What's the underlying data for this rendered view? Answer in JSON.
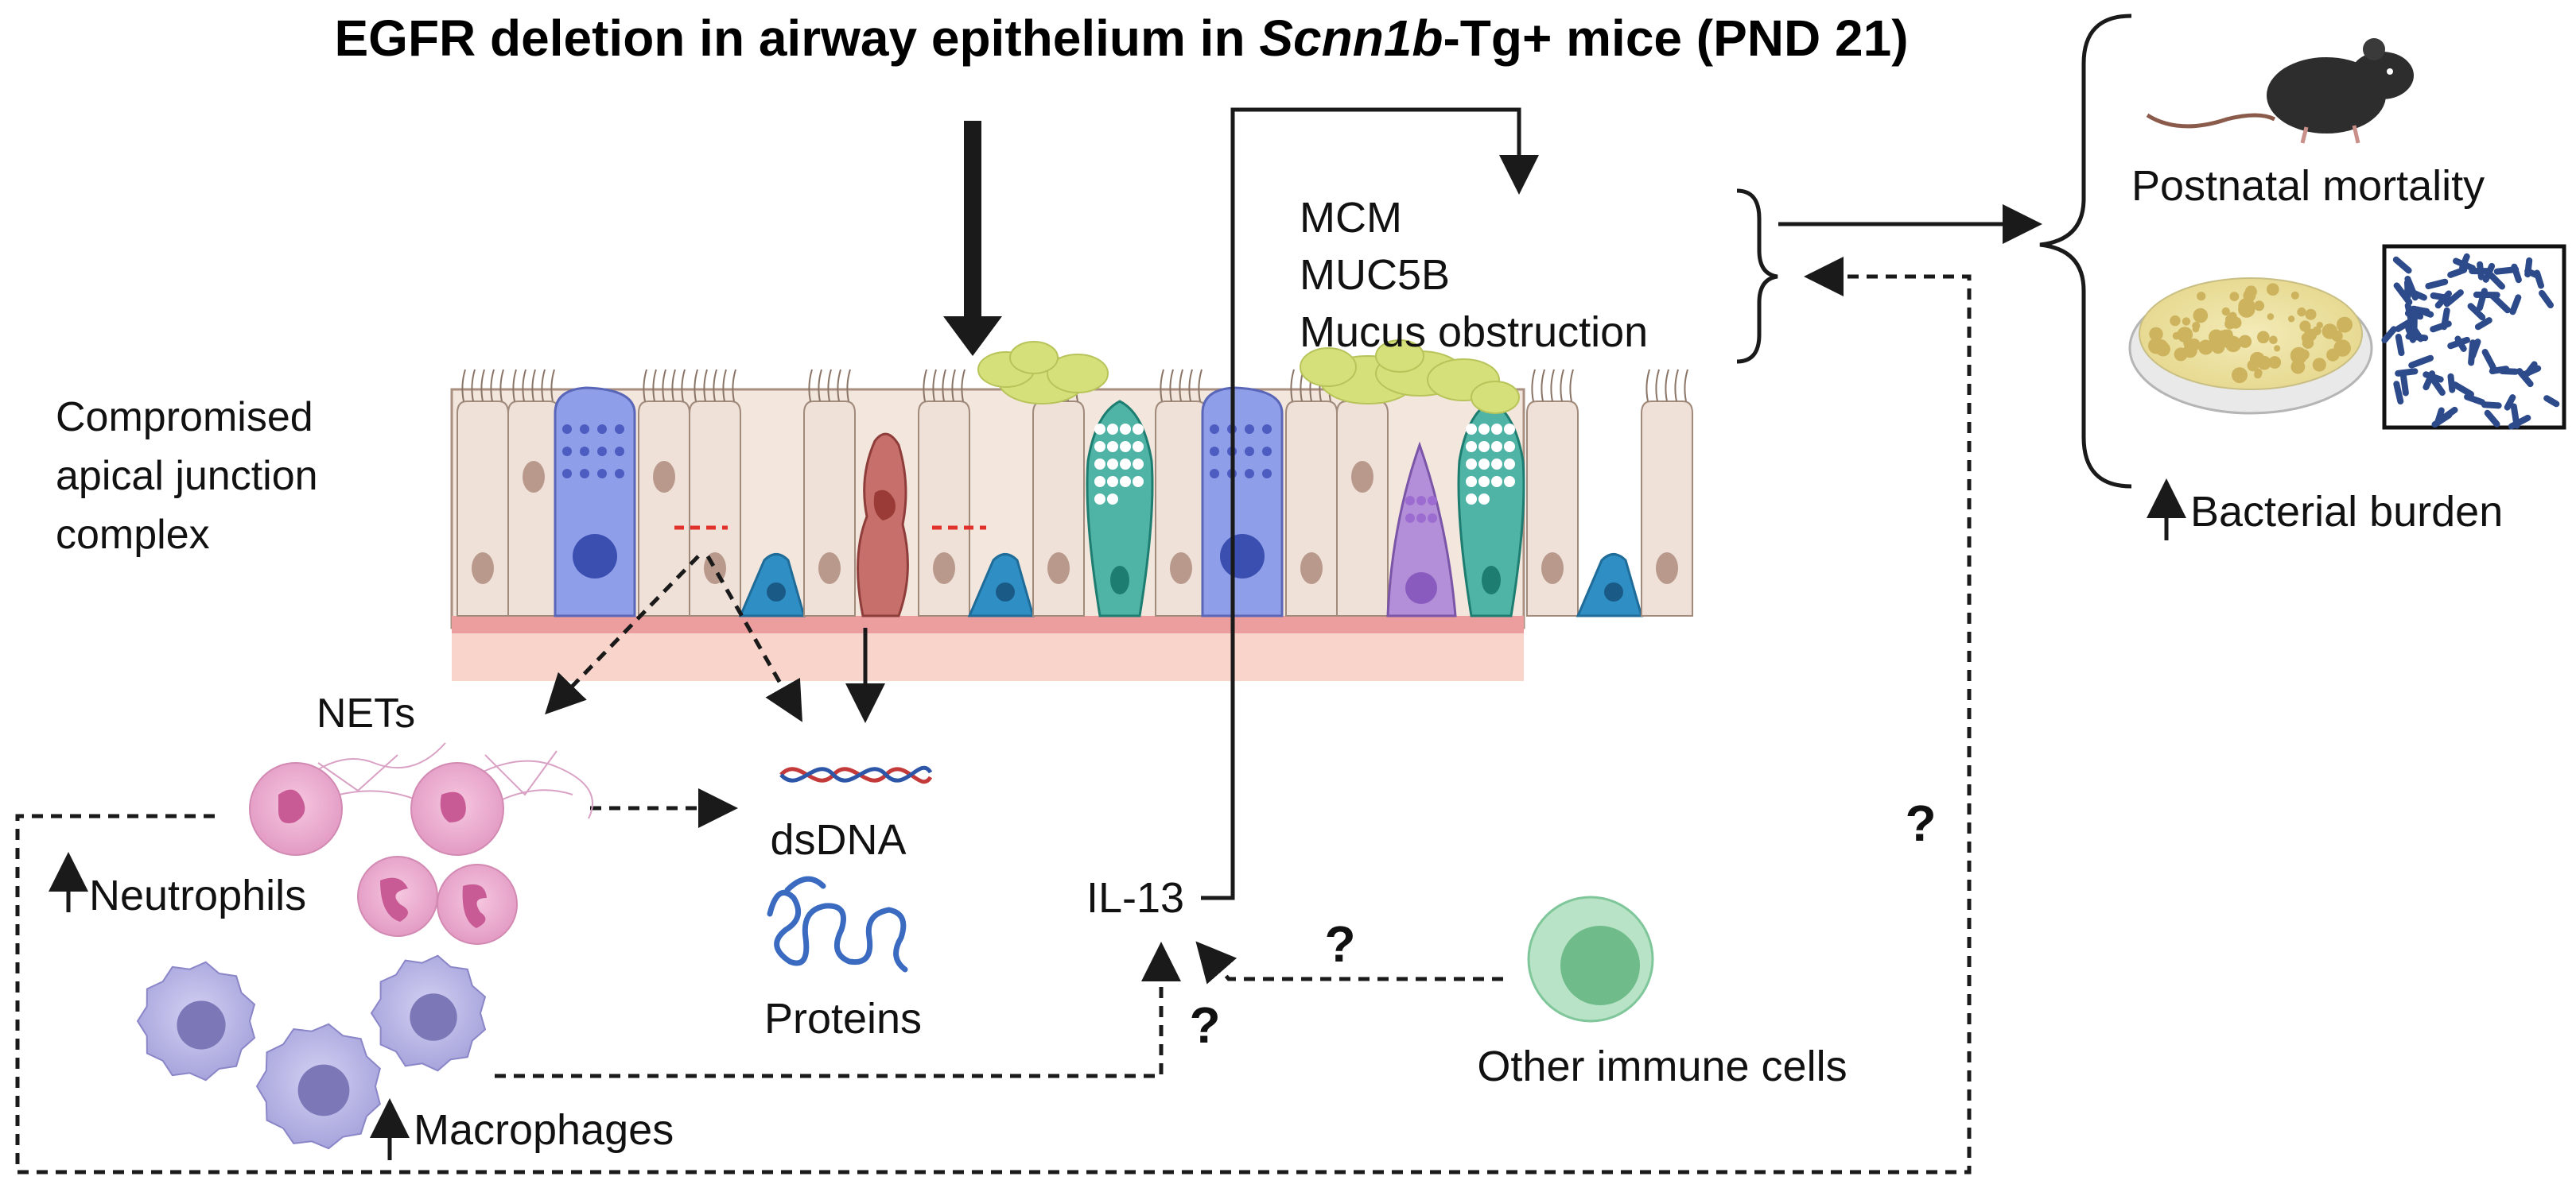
{
  "title": {
    "part1": "EGFR deletion in airway epithelium in ",
    "italic": "Scnn1b",
    "part2": "-Tg+ mice (PND 21)"
  },
  "labels": {
    "compromised_1": "Compromised",
    "compromised_2": "apical junction",
    "compromised_3": "complex",
    "nets": "NETs",
    "neutrophils": "Neutrophils",
    "macrophages": "Macrophages",
    "dsdna": "dsDNA",
    "proteins": "Proteins",
    "il13": "IL-13",
    "other_immune": "Other immune cells",
    "mcm": "MCM",
    "muc5b": "MUC5B",
    "mucus": "Mucus obstruction",
    "mortality": "Postnatal mortality",
    "bacterial": "Bacterial burden",
    "question": "?"
  },
  "colors": {
    "arrow": "#1a1a1a",
    "junction_gap": "#e0322b",
    "basal_cell": "#2f8fc4",
    "goblet_cell": "#2aa198",
    "club_cell": "#7b8fe0",
    "neutrophil": "#e58fbd",
    "macrophage": "#a8a6e0",
    "immune_cell": "#7fc79a",
    "mucus": "#d6e07a",
    "bacteria": "#2d4a8a"
  },
  "icons": {
    "mouse": "mouse-icon",
    "petri": "petri-dish-icon",
    "bacteria": "bacteria-icon",
    "dna": "dna-icon",
    "protein": "protein-icon"
  }
}
